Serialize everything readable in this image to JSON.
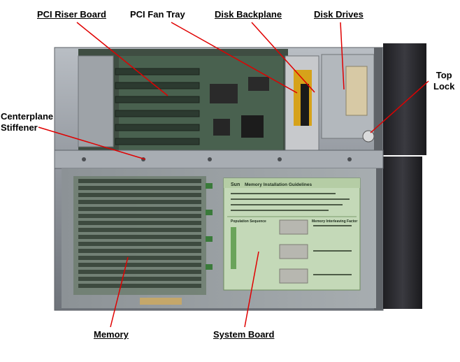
{
  "labels": {
    "pci_riser_board": "PCI Riser Board",
    "pci_fan_tray": "PCI Fan Tray",
    "disk_backplane": "Disk Backplane",
    "disk_drives": "Disk Drives",
    "top_lock_line1": "Top",
    "top_lock_line2": "Lock",
    "centerplane_line1": "Centerplane",
    "centerplane_line2": "Stiffener",
    "memory": "Memory",
    "system_board": "System Board"
  },
  "guidelines_card": {
    "brand": "Sun",
    "title": "Memory Installation Guidelines",
    "left_header": "Population Sequence",
    "right_header": "Memory Interleaving Factor"
  },
  "colors": {
    "leader_line": "#e00000",
    "chassis": "#8f949b",
    "board_green": "#4b6b4b",
    "card_green": "#c4d9b8"
  }
}
